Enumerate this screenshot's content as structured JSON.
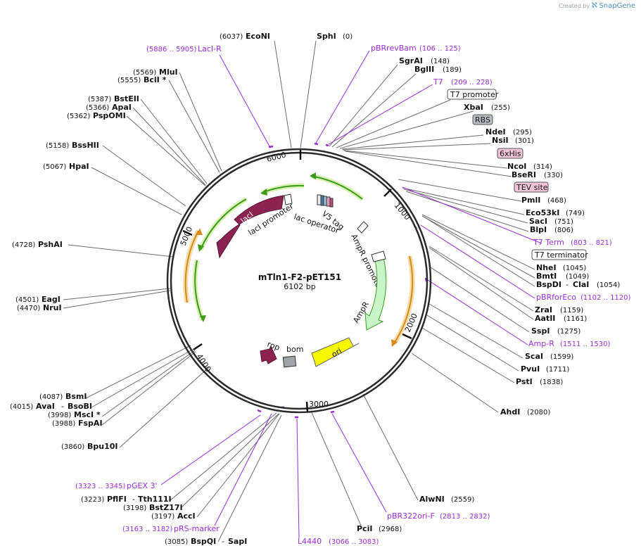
{
  "credit": {
    "text": "Created by",
    "brand": "SnapGene"
  },
  "plasmid": {
    "name": "mTln1-F2-pET151",
    "length_label": "6102 bp"
  },
  "ticks": [
    "1000",
    "2000",
    "3000",
    "4000",
    "5000",
    "6000"
  ],
  "features": {
    "lacI": "lacI",
    "lacI_promoter": "lacI promoter",
    "lac_operator": "lac operator",
    "v5_tag": "V5 tag",
    "ampR_promoter": "AmpR promoter",
    "ampR": "AmpR",
    "ori": "ori",
    "rop": "rop",
    "bom": "bom"
  },
  "labels": {
    "EcoNI": {
      "pos": "(6037)",
      "name": "EcoNI"
    },
    "SphI": {
      "pos": "(0)",
      "name": "SphI"
    },
    "pBRrevBam": {
      "name": "pBRrevBam",
      "range": "(106 .. 125)"
    },
    "SgrAI": {
      "pos": "(148)",
      "name": "SgrAI"
    },
    "BglII": {
      "pos": "(189)",
      "name": "BglII"
    },
    "T7": {
      "name": "T7",
      "range": "(209 .. 228)"
    },
    "T7promoter": "T7 promoter",
    "XbaI": {
      "pos": "(255)",
      "name": "XbaI"
    },
    "RBS": "RBS",
    "NdeI": {
      "pos": "(295)",
      "name": "NdeI"
    },
    "NsiI": {
      "pos": "(301)",
      "name": "NsiI"
    },
    "His": "6xHis",
    "NcoI": {
      "pos": "(314)",
      "name": "NcoI"
    },
    "BseRI": {
      "pos": "(330)",
      "name": "BseRI"
    },
    "TEV": "TEV site",
    "PmlI": {
      "pos": "(468)",
      "name": "PmlI"
    },
    "Eco53kI": {
      "pos": "(749)",
      "name": "Eco53kI"
    },
    "SacI": {
      "pos": "(751)",
      "name": "SacI"
    },
    "BlpI": {
      "pos": "(806)",
      "name": "BlpI"
    },
    "T7Term": {
      "name": "T7 Term",
      "range": "(803 .. 821)"
    },
    "T7terminator": "T7 terminator",
    "NheI": {
      "pos": "(1045)",
      "name": "NheI"
    },
    "BmtI": {
      "pos": "(1049)",
      "name": "BmtI"
    },
    "BspDI": {
      "name": "BspDI",
      "sep": "-",
      "name2": "ClaI",
      "pos": "(1054)"
    },
    "pBRforEco": {
      "name": "pBRforEco",
      "range": "(1102 .. 1120)"
    },
    "ZraI": {
      "pos": "(1159)",
      "name": "ZraI"
    },
    "AatII": {
      "pos": "(1161)",
      "name": "AatII"
    },
    "SspI": {
      "pos": "(1275)",
      "name": "SspI"
    },
    "AmpR_primer": {
      "name": "Amp-R",
      "range": "(1511 .. 1530)"
    },
    "ScaI": {
      "pos": "(1599)",
      "name": "ScaI"
    },
    "PvuI": {
      "pos": "(1711)",
      "name": "PvuI"
    },
    "PstI": {
      "pos": "(1838)",
      "name": "PstI"
    },
    "AhdI": {
      "pos": "(2080)",
      "name": "AhdI"
    },
    "AlwNI": {
      "pos": "(2559)",
      "name": "AlwNI"
    },
    "pBR322ori": {
      "name": "pBR322ori-F",
      "range": "(2813 .. 2832)"
    },
    "PciI": {
      "pos": "(2968)",
      "name": "PciI"
    },
    "L4440": {
      "name": "L4440",
      "range": "(3066 .. 3083)"
    },
    "BspQI": {
      "pos": "(3085)",
      "name": "BspQI",
      "sep": "-",
      "name2": "SapI"
    },
    "pRS": {
      "name": "pRS-marker",
      "range": "(3163 .. 3182)"
    },
    "AccI": {
      "pos": "(3197)",
      "name": "AccI"
    },
    "BstZ17I": {
      "pos": "(3198)",
      "name": "BstZ17I"
    },
    "PflFI": {
      "pos": "(3223)",
      "name": "PflFI",
      "sep": "-",
      "name2": "Tth111I"
    },
    "pGEX": {
      "name": "pGEX 3'",
      "range": "(3323 .. 3345)"
    },
    "Bpu10I": {
      "pos": "(3860)",
      "name": "Bpu10I"
    },
    "FspAI": {
      "pos": "(3988)",
      "name": "FspAI"
    },
    "MscI": {
      "pos": "(3998)",
      "name": "MscI *"
    },
    "AvaI": {
      "pos": "(4015)",
      "name": "AvaI",
      "sep": "-",
      "name2": "BsoBI"
    },
    "BsmI": {
      "pos": "(4087)",
      "name": "BsmI"
    },
    "NruI": {
      "pos": "(4470)",
      "name": "NruI"
    },
    "EagI": {
      "pos": "(4501)",
      "name": "EagI"
    },
    "PshAI": {
      "pos": "(4728)",
      "name": "PshAI"
    },
    "HpaI": {
      "pos": "(5067)",
      "name": "HpaI"
    },
    "BssHII": {
      "pos": "(5158)",
      "name": "BssHII"
    },
    "PspOMI": {
      "pos": "(5362)",
      "name": "PspOMI"
    },
    "ApaI": {
      "pos": "(5366)",
      "name": "ApaI"
    },
    "BstEII": {
      "pos": "(5387)",
      "name": "BstEII"
    },
    "BclI": {
      "pos": "(5555)",
      "name": "BclI *"
    },
    "MluI": {
      "pos": "(5569)",
      "name": "MluI"
    },
    "LacIR": {
      "name": "LacI-R",
      "range": "(5886 .. 5905)"
    }
  },
  "colors": {
    "backbone": "#2b2b2b",
    "enzyme_line": "#6b6b6b",
    "primer": "#9a2bd6",
    "lacI": "#8b2252",
    "ampR": "#c8f5c8",
    "ori": "#f7f700",
    "orf_green": "#3c9a1c",
    "orf_orange": "#d68a1c",
    "his_box": "#f2c4d8",
    "rbs_box": "#b8bcc2"
  }
}
